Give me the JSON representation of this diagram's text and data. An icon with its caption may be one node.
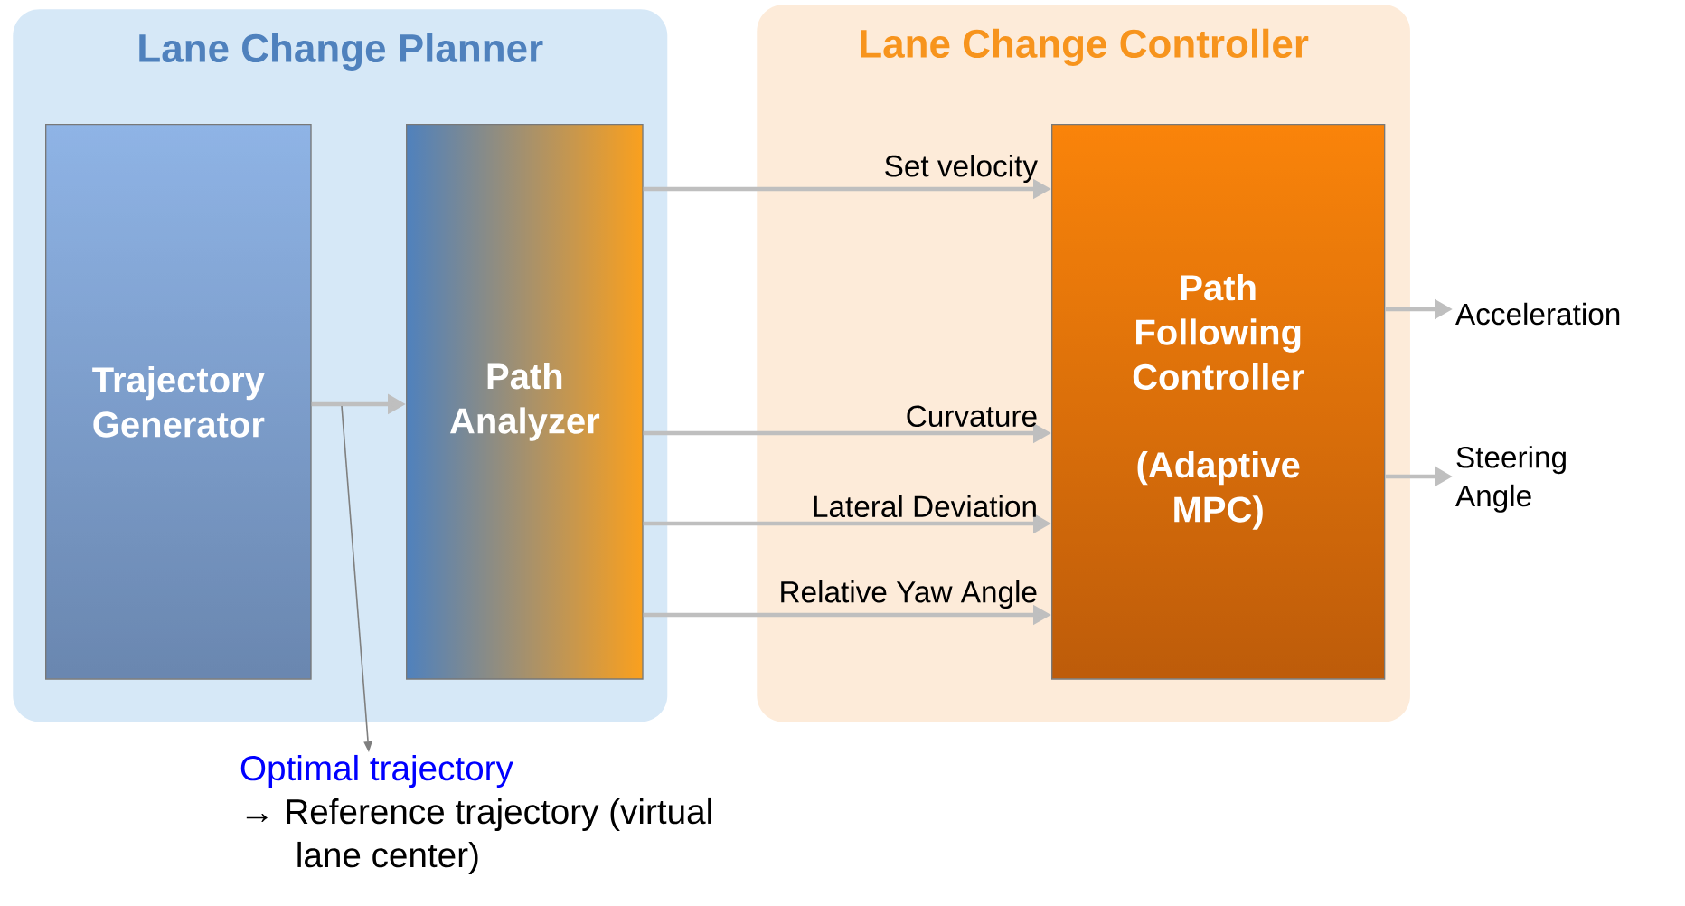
{
  "diagram": {
    "nodes": [
      {
        "text": [
          "Lane Change Planner"
        ]
      },
      {
        "text": [
          "Trajectory Generator"
        ],
        "in": 0
      },
      {
        "text": [
          "Path Analyzer"
        ],
        "in": 0
      },
      {
        "text": [
          "Lane Change Controller"
        ]
      },
      {
        "text": [
          "Path Following Controller",
          "(Adaptive MPC)"
        ],
        "in": 3
      },
      {
        "text": [
          "Acceleration"
        ]
      },
      {
        "text": [
          "Steering Angle"
        ]
      },
      {
        "text": [
          "Optimal trajectory",
          "→ Reference trajectory (virtual lane center)"
        ]
      }
    ],
    "edges": [
      {
        "from": 1,
        "to": 2,
        "arrow": "to"
      },
      {
        "from": 2,
        "to": 4,
        "arrow": "to",
        "label": "Set velocity"
      },
      {
        "from": 2,
        "to": 4,
        "arrow": "to",
        "label": "Curvature"
      },
      {
        "from": 2,
        "to": 4,
        "arrow": "to",
        "label": "Lateral Deviation"
      },
      {
        "from": 2,
        "to": 4,
        "arrow": "to",
        "label": "Relative Yaw Angle"
      },
      {
        "from": 4,
        "to": 5,
        "arrow": "to"
      },
      {
        "from": 4,
        "to": 6,
        "arrow": "to"
      },
      {
        "from": null,
        "to": 7,
        "arrow": "to",
        "color": "#7f7f7f"
      }
    ]
  }
}
